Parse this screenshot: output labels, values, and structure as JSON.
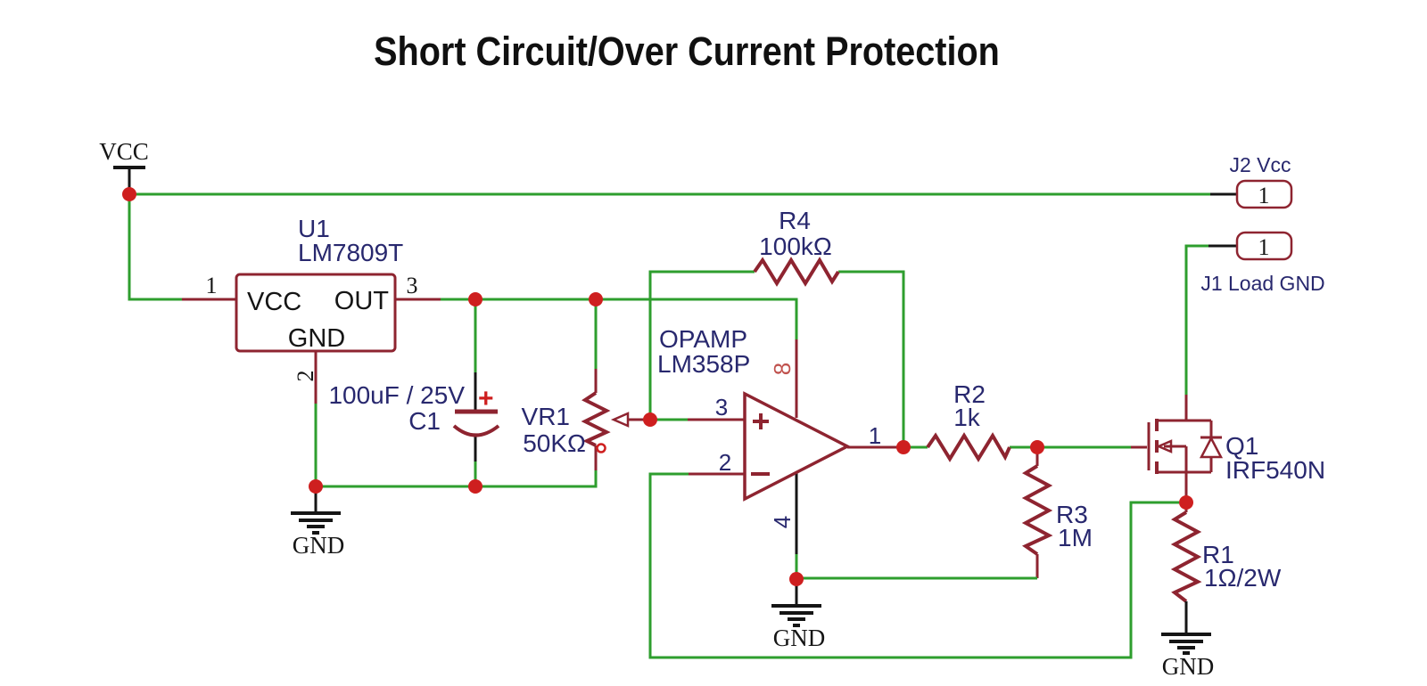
{
  "title": "Short Circuit/Over Current Protection",
  "colors": {
    "wire_green": "#2E9E2E",
    "component_red": "#8E2430",
    "junction_red": "#CE1F1F",
    "label_blue": "#28286E",
    "pin8_red": "#C0524E",
    "text_black": "#151515"
  },
  "nets": {
    "vcc": "VCC",
    "gnd_left": "GND",
    "gnd_mid": "GND",
    "gnd_right": "GND"
  },
  "u1": {
    "ref": "U1",
    "part": "LM7809T",
    "pin_in": "VCC",
    "pin_out": "OUT",
    "pin_gnd": "GND",
    "num_in": "1",
    "num_out": "3",
    "num_gnd": "2"
  },
  "c1": {
    "ref": "C1",
    "value": "100uF / 25V",
    "plus": "+"
  },
  "vr1": {
    "ref": "VR1",
    "value": "50KΩ"
  },
  "opamp": {
    "name": "OPAMP",
    "part": "LM358P",
    "pin_noninv": "3",
    "pin_inv": "2",
    "pin_out": "1",
    "pin_vcc": "8",
    "pin_gnd": "4"
  },
  "r4": {
    "ref": "R4",
    "value": "100kΩ"
  },
  "r2": {
    "ref": "R2",
    "value": "1k"
  },
  "r3": {
    "ref": "R3",
    "value": "1M"
  },
  "r1": {
    "ref": "R1",
    "value": "1Ω/2W"
  },
  "q1": {
    "ref": "Q1",
    "part": "IRF540N"
  },
  "j2": {
    "label": "J2  Vcc",
    "pin": "1"
  },
  "j1": {
    "label": "J1  Load GND",
    "pin": "1"
  }
}
